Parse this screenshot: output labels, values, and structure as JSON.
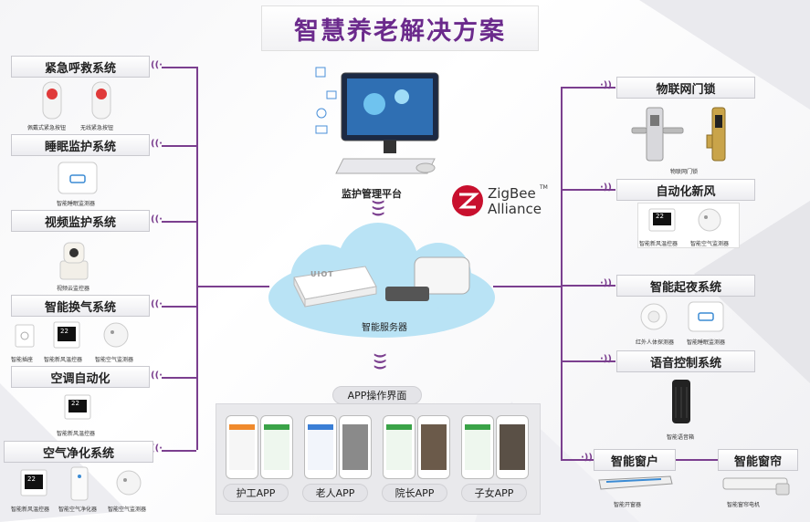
{
  "title": "智慧养老解决方案",
  "left_systems": [
    {
      "label": "紧急呼救系统",
      "devices": [
        "佩戴式紧急按钮",
        "无线紧急按钮"
      ]
    },
    {
      "label": "睡眠监护系统",
      "devices": [
        "智能睡眠监测器"
      ]
    },
    {
      "label": "视频监护系统",
      "devices": [
        "视频云监控器"
      ]
    },
    {
      "label": "智能换气系统",
      "devices": [
        "智能插座",
        "智能新风温控器",
        "智能空气监测器"
      ]
    },
    {
      "label": "空调自动化",
      "devices": [
        "智能新风温控器"
      ]
    },
    {
      "label": "空气净化系统",
      "devices": [
        "智能新风温控器",
        "智能空气净化器",
        "智能空气监测器"
      ]
    }
  ],
  "right_systems": [
    {
      "label": "物联网门锁",
      "devices": [
        "物联网门锁"
      ]
    },
    {
      "label": "自动化新风",
      "devices": [
        "智能新风温控器",
        "智能空气监测器"
      ]
    },
    {
      "label": "智能起夜系统",
      "devices": [
        "红外人体探测器",
        "智能睡眠监测器"
      ]
    },
    {
      "label": "语音控制系统",
      "devices": [
        "智能语音箱"
      ]
    },
    {
      "label": "智能窗户",
      "devices": [
        "智能开窗器"
      ]
    },
    {
      "label": "智能窗帘",
      "devices": [
        "智能窗帘电机"
      ]
    }
  ],
  "center": {
    "platform_label": "监护管理平台",
    "server_label": "智能服务器",
    "router_brand": "UIOT",
    "zigbee": {
      "name": "ZigBee",
      "tm": "TM",
      "alliance": "Alliance"
    },
    "app_section_label": "APP操作界面",
    "apps": [
      "护工APP",
      "老人APP",
      "院长APP",
      "子女APP"
    ],
    "display_value": "22"
  },
  "colors": {
    "accent": "#7b3f8f",
    "title": "#6b2a8c",
    "cloud": "#b9e3f5",
    "zigbee_red": "#c8102e"
  }
}
